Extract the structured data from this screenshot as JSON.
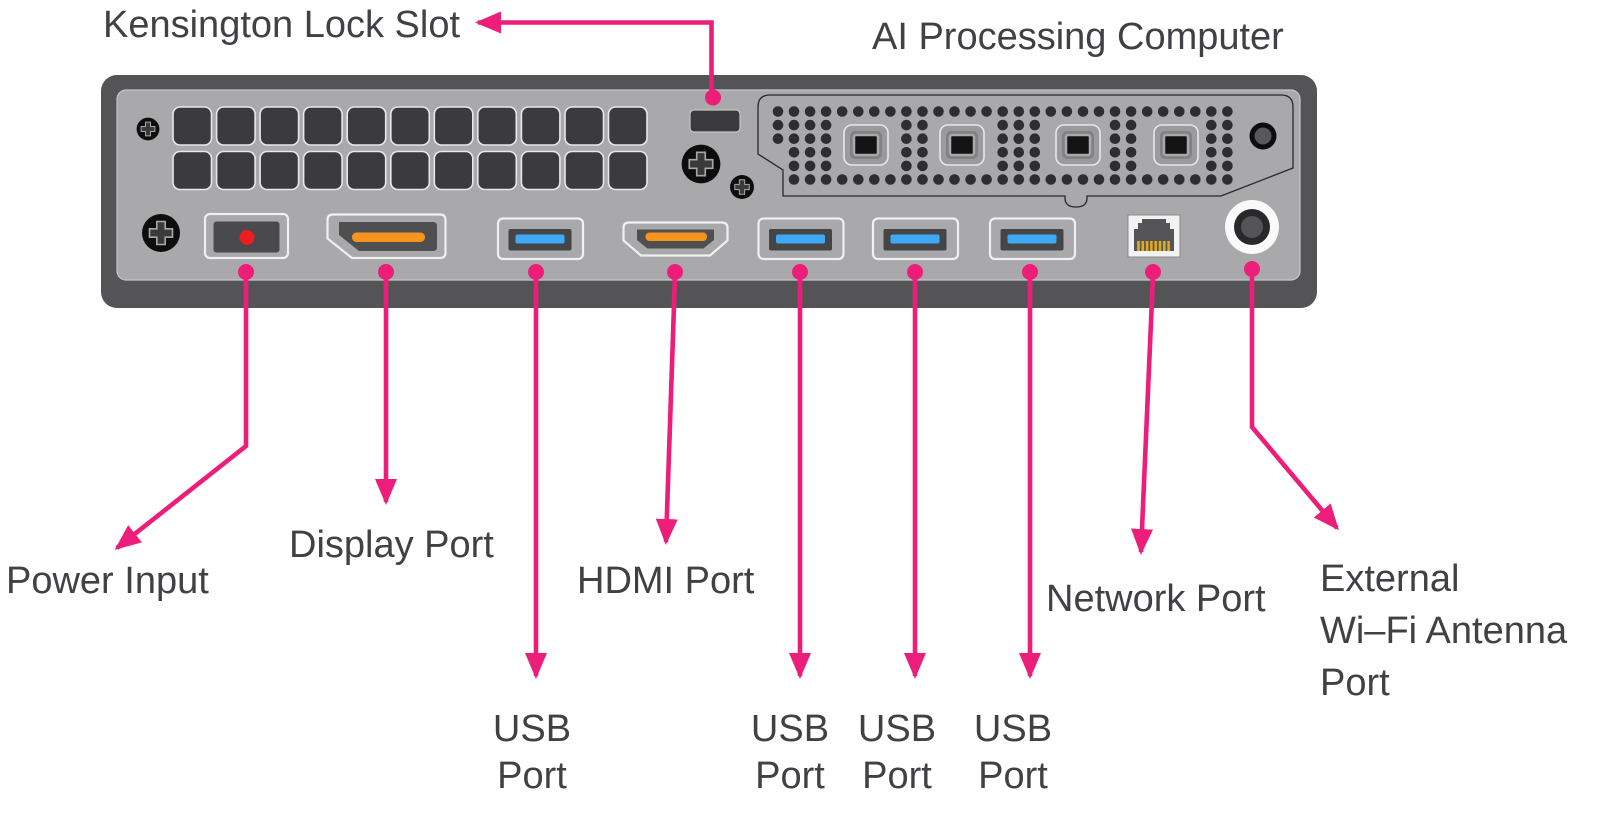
{
  "diagram": {
    "title": "AI Processing Computer",
    "labels": {
      "kensington": "Kensington Lock Slot",
      "power": "Power Input",
      "display": "Display Port",
      "hdmi": "HDMI Port",
      "usb_line1": "USB",
      "usb_line2": "Port",
      "network": "Network Port",
      "wifi_line1": "External",
      "wifi_line2": "Wi–Fi Antenna",
      "wifi_line3": "Port"
    },
    "colors": {
      "accent_pink": "#EC1E79",
      "usb_blue": "#3FA9F5",
      "connector_orange": "#F7941E",
      "power_red": "#EC1C24",
      "chassis_dark": "#545457",
      "panel_gray": "#A9A8AA",
      "text_gray": "#414045"
    }
  }
}
